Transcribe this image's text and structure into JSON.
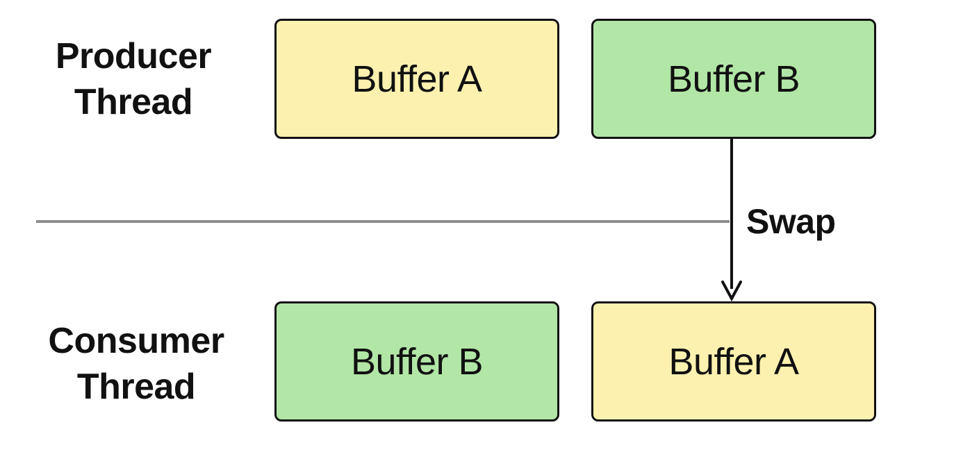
{
  "producer": {
    "label_line1": "Producer",
    "label_line2": "Thread",
    "buffers": [
      {
        "label": "Buffer A",
        "color": "#fdf1b0"
      },
      {
        "label": "Buffer B",
        "color": "#b2e6a6"
      }
    ]
  },
  "consumer": {
    "label_line1": "Consumer",
    "label_line2": "Thread",
    "buffers": [
      {
        "label": "Buffer B",
        "color": "#b2e6a6"
      },
      {
        "label": "Buffer A",
        "color": "#fdf1b0"
      }
    ]
  },
  "swap": {
    "label": "Swap"
  },
  "colors": {
    "buffer_a_fill": "#fdf1b0",
    "buffer_b_fill": "#b2e6a6",
    "divider": "#8e8e8e",
    "stroke": "#111111"
  }
}
